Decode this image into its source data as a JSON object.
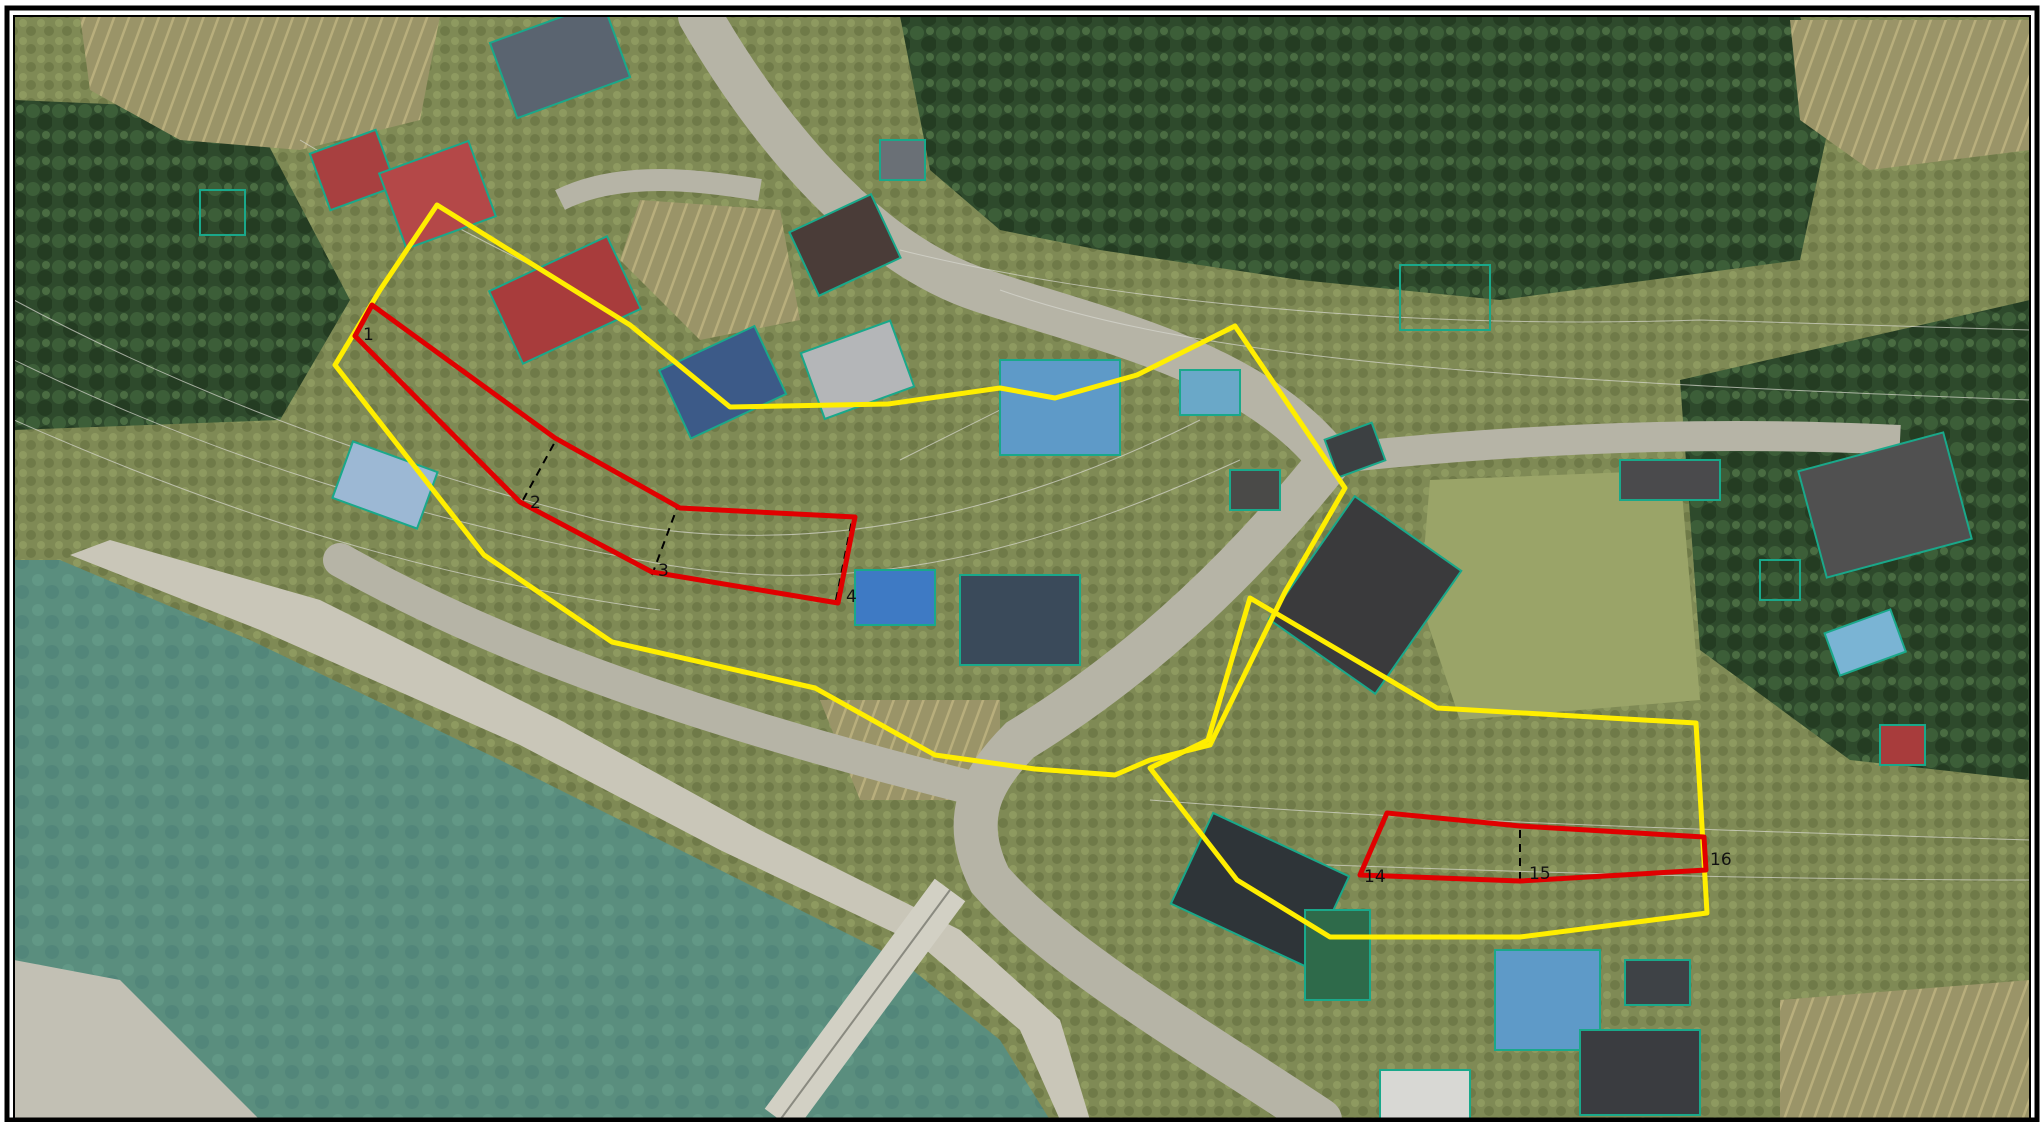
{
  "map": {
    "colors": {
      "frame": "#000000",
      "highlight_outline": "#ffee00",
      "parcel_outline": "#e00000",
      "river": "#5b8f80",
      "forest": "#2c4a2a",
      "field": "#8a8f5c",
      "road": "#b4b2a4",
      "building_outline": "#1aa88a"
    },
    "labels": {
      "p1": "1",
      "p2": "2",
      "p3": "3",
      "p4": "4",
      "p14": "14",
      "p15": "15",
      "p16": "16"
    }
  }
}
